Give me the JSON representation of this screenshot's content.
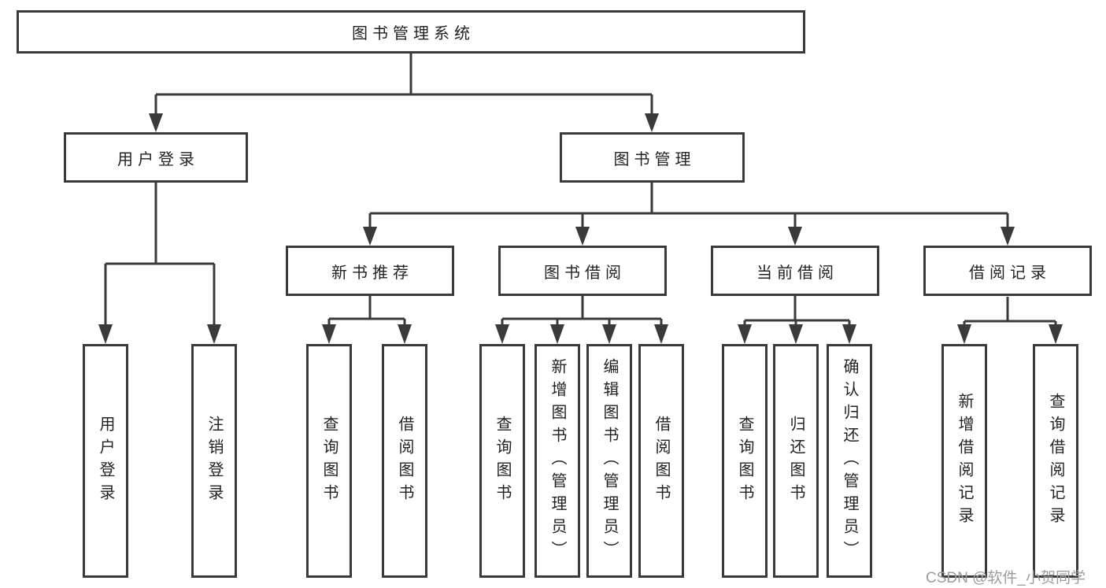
{
  "colors": {
    "line": "#3a3a3a",
    "box_border": "#3a3a3a",
    "box_background": "#ffffff",
    "text": "#222222",
    "watermark": "#9c9c9c",
    "page_background": "#ffffff"
  },
  "diagram": {
    "type": "hierarchy-tree",
    "root": {
      "label": "图书管理系统"
    },
    "level2": [
      {
        "label": "用户登录"
      },
      {
        "label": "图书管理"
      }
    ],
    "level3": [
      {
        "label": "新书推荐",
        "parent": "图书管理"
      },
      {
        "label": "图书借阅",
        "parent": "图书管理"
      },
      {
        "label": "当前借阅",
        "parent": "图书管理"
      },
      {
        "label": "借阅记录",
        "parent": "图书管理"
      }
    ],
    "leaves": {
      "user_login": [
        "用户登录",
        "注销登录"
      ],
      "new_book_recommendation": [
        "查询图书",
        "借阅图书"
      ],
      "book_borrowing": [
        "查询图书",
        "新增图书（管理员）",
        "编辑图书（管理员）",
        "借阅图书"
      ],
      "current_borrowing": [
        "查询图书",
        "归还图书",
        "确认归还（管理员）"
      ],
      "borrowing_records": [
        "新增借阅记录",
        "查询借阅记录"
      ]
    }
  },
  "watermark": {
    "text": "CSDN @软件_小贺同学"
  }
}
